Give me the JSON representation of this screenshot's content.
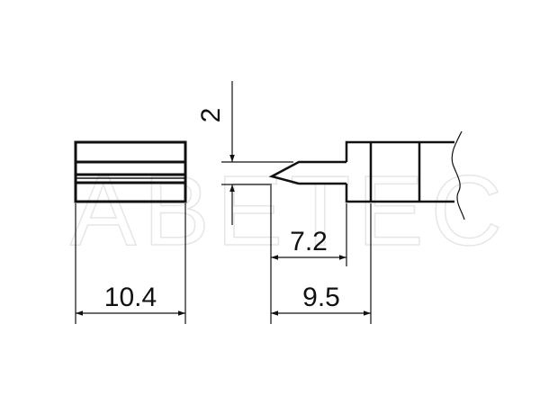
{
  "diagram": {
    "watermark": "ABETEC",
    "colors": {
      "line": "#111111",
      "watermark": "#e6e6e6",
      "background": "#ffffff"
    },
    "dimensions": {
      "left_width": "10.4",
      "tip_thickness": "2",
      "tip_length": "7.2",
      "overall_length": "9.5"
    }
  }
}
